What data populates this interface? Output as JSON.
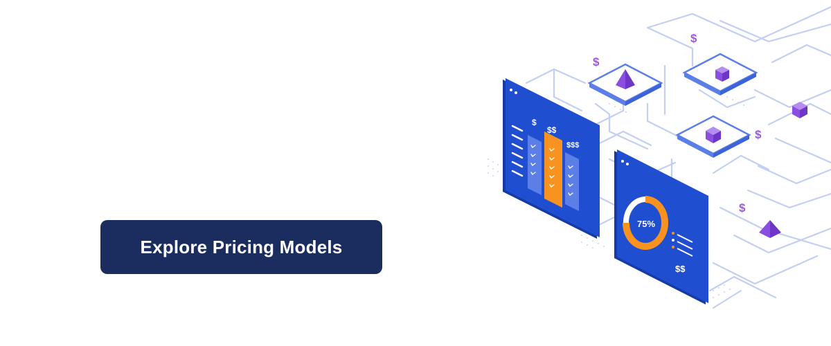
{
  "cta": {
    "label": "Explore Pricing Models"
  },
  "illustration": {
    "pricing_window": {
      "tier_labels": [
        "$",
        "$$",
        "$$$"
      ]
    },
    "chart_window": {
      "donut_percent_label": "75%",
      "donut_fraction": 0.75,
      "price_label": "$$"
    },
    "floating_symbol": "$",
    "colors": {
      "window_blue": "#1f4fd0",
      "window_side": "#163aa6",
      "accent_orange": "#f7931e",
      "column_blue": "#5b7fe6",
      "circuit_line": "#c3cff2",
      "cube_purple": "#8a4fe0",
      "dollar_purple": "#9b59e0",
      "button_navy": "#1b2d5e"
    }
  }
}
